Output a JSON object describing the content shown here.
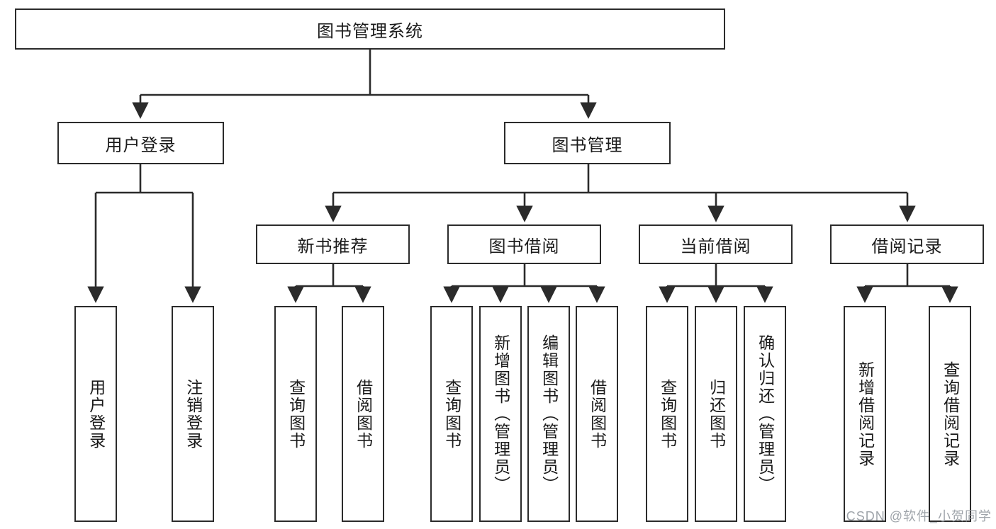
{
  "diagram": {
    "title": "图书管理系统",
    "type": "tree-hierarchy-diagram",
    "root": {
      "id": "root",
      "label": "图书管理系统"
    },
    "level2": [
      {
        "id": "user-login",
        "label": "用户登录"
      },
      {
        "id": "book-management",
        "label": "图书管理"
      }
    ],
    "level3": [
      {
        "id": "new-book-recommend",
        "label": "新书推荐"
      },
      {
        "id": "book-borrow",
        "label": "图书借阅"
      },
      {
        "id": "current-borrow",
        "label": "当前借阅"
      },
      {
        "id": "borrow-record",
        "label": "借阅记录"
      }
    ],
    "leaves": {
      "user_login": [
        {
          "id": "leaf-user-login",
          "label": "用户登录"
        },
        {
          "id": "leaf-logout",
          "label": "注销登录"
        }
      ],
      "new_book_recommend": [
        {
          "id": "leaf-query-book-1",
          "label": "查询图书"
        },
        {
          "id": "leaf-borrow-book-1",
          "label": "借阅图书"
        }
      ],
      "book_borrow": [
        {
          "id": "leaf-query-book-2",
          "label": "查询图书"
        },
        {
          "id": "leaf-add-book",
          "label": "新增图书（管理员）"
        },
        {
          "id": "leaf-edit-book",
          "label": "编辑图书（管理员）"
        },
        {
          "id": "leaf-borrow-book-2",
          "label": "借阅图书"
        }
      ],
      "current_borrow": [
        {
          "id": "leaf-query-book-3",
          "label": "查询图书"
        },
        {
          "id": "leaf-return-book",
          "label": "归还图书"
        },
        {
          "id": "leaf-confirm-return",
          "label": "确认归还（管理员）"
        }
      ],
      "borrow_record": [
        {
          "id": "leaf-add-record",
          "label": "新增借阅记录"
        },
        {
          "id": "leaf-query-record",
          "label": "查询借阅记录"
        }
      ]
    }
  },
  "watermark": {
    "text": "CSDN @软件_小贺同学"
  },
  "colors": {
    "line": "#2b2b2b",
    "box_fill": "#ffffff",
    "text": "#1a1a1a",
    "watermark": "#9aa0a6"
  }
}
